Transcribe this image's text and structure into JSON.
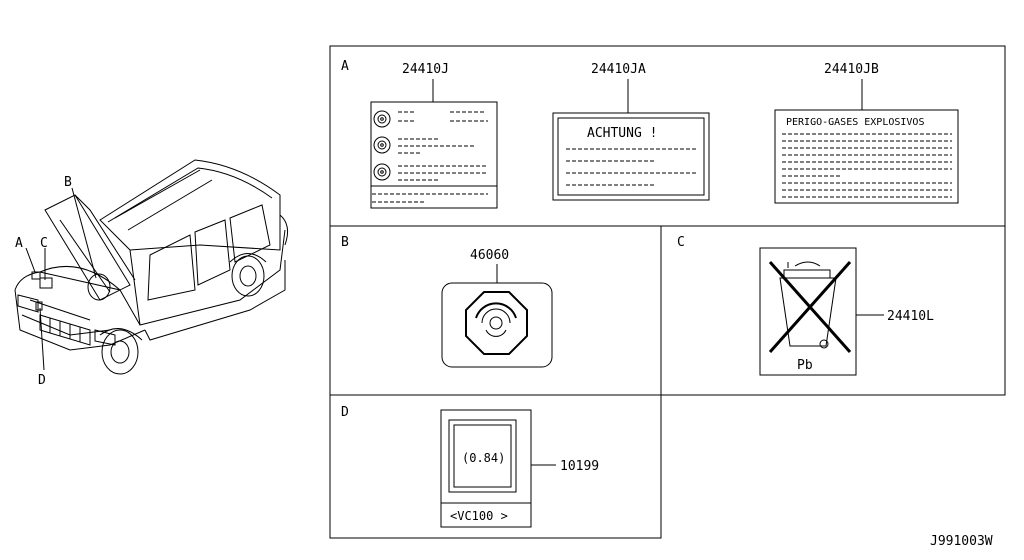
{
  "diagram": {
    "code": "J991003W",
    "vehicle_callouts": {
      "a": "A",
      "b": "B",
      "c": "C",
      "d": "D"
    },
    "sections": {
      "a": {
        "label": "A",
        "parts": [
          {
            "part_number": "24410J"
          },
          {
            "part_number": "24410JA",
            "label_text": "ACHTUNG !"
          },
          {
            "part_number": "24410JB",
            "label_text": "PERIGO-GASES EXPLOSIVOS"
          }
        ]
      },
      "b": {
        "label": "B",
        "part_number": "46060"
      },
      "c": {
        "label": "C",
        "part_number": "24410L",
        "label_text": "Pb"
      },
      "d": {
        "label": "D",
        "part_number": "10199",
        "label_value": "(0.84)",
        "label_code": "<VC100 >"
      }
    }
  }
}
